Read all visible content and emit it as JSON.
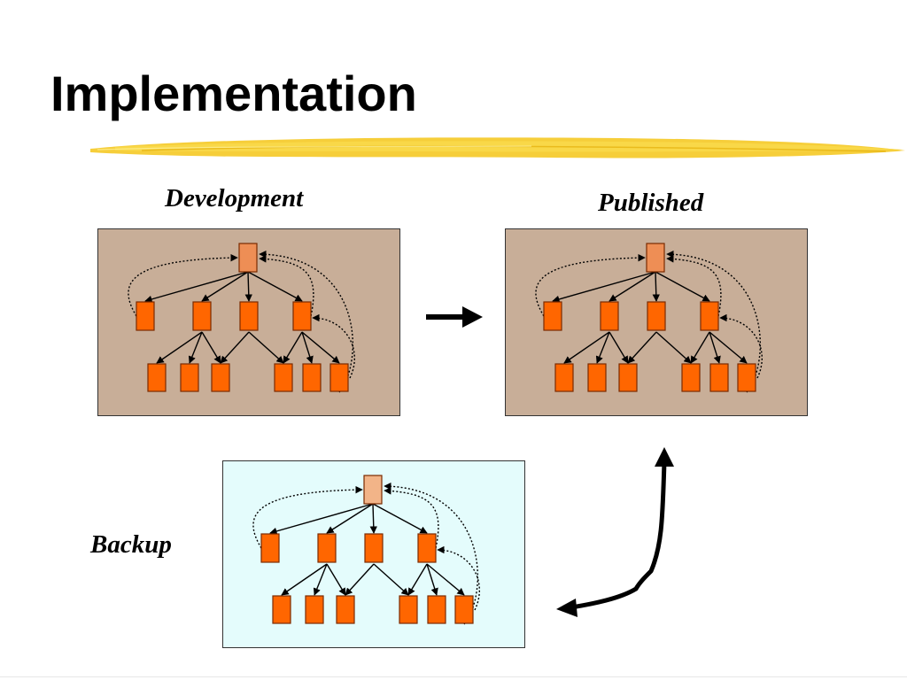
{
  "slide": {
    "title": "Implementation"
  },
  "colors": {
    "brush_stroke": "#f5c518",
    "node_fill": "#ff6600",
    "node_stroke": "#7a2a00",
    "root_fill": "#ee8e55",
    "root_fill_backup": "#f2b488",
    "panel_development_bg": "#c8ae98",
    "panel_published_bg": "#c8ae98",
    "panel_backup_bg": "#e4fcfc",
    "connector": "#000000"
  },
  "panels": {
    "development": {
      "label": "Development"
    },
    "published": {
      "label": "Published"
    },
    "backup": {
      "label": "Backup"
    }
  }
}
